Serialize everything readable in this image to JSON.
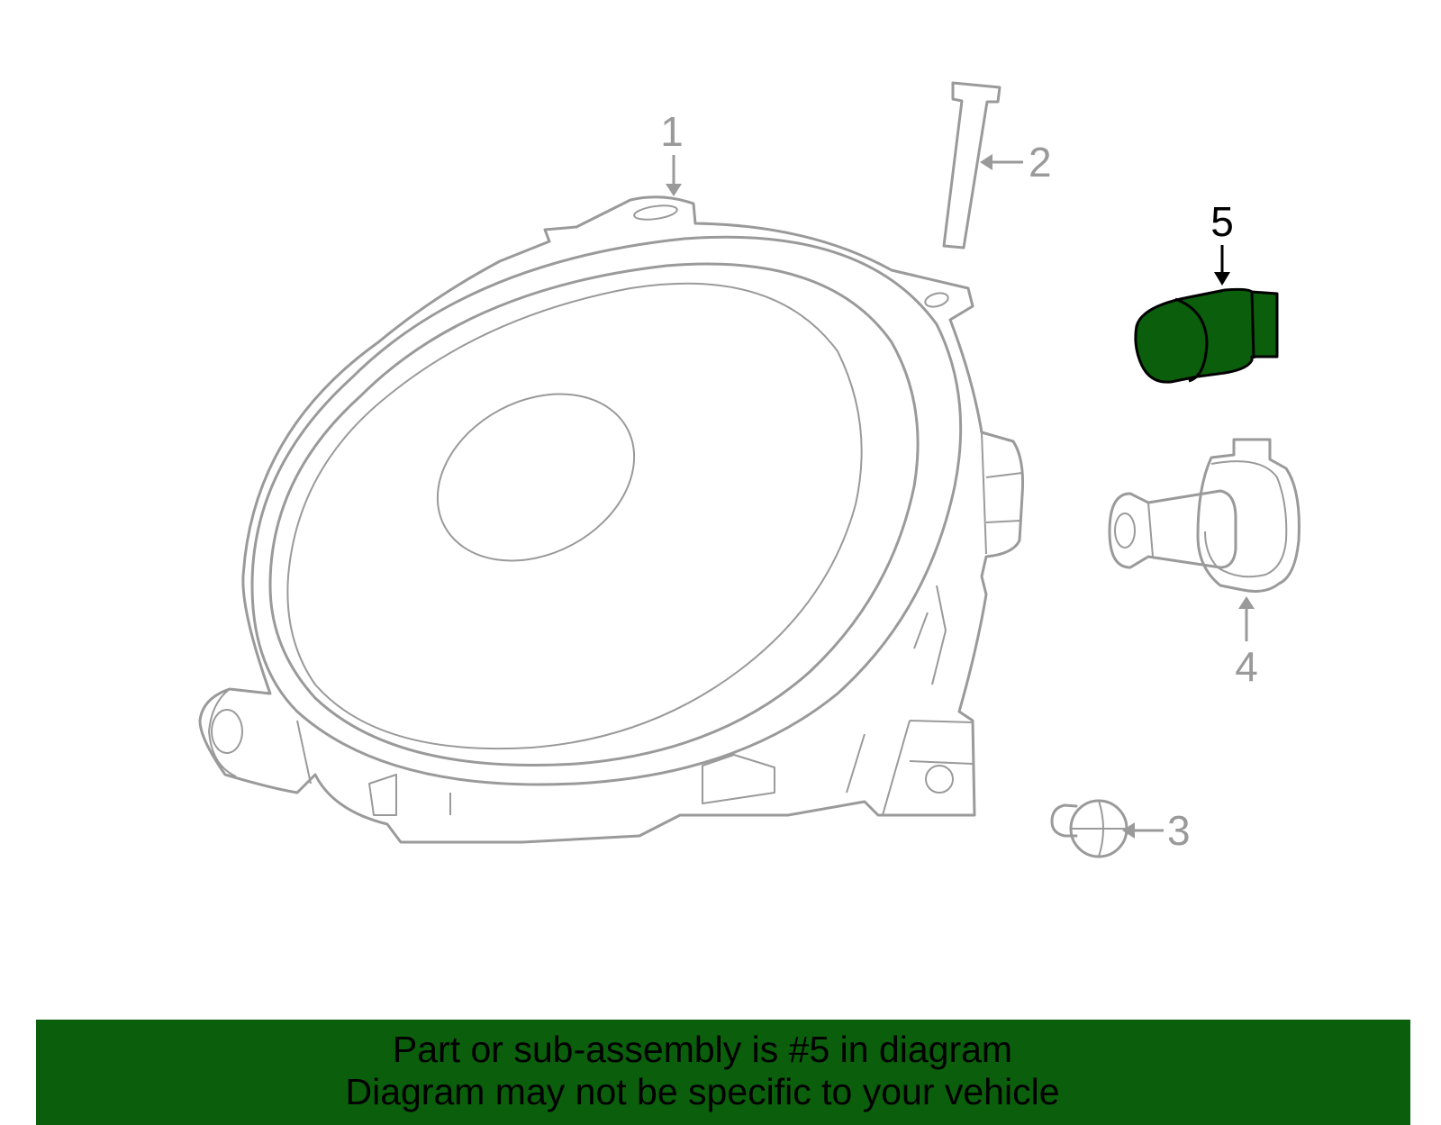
{
  "callouts": {
    "c1": "1",
    "c2": "2",
    "c3": "3",
    "c4": "4",
    "c5": "5"
  },
  "highlight_part": "5",
  "colors": {
    "banner_bg": "#0b5e0b",
    "part_line": "#9a9a9a",
    "highlight_fill": "#0b5e0b",
    "highlight_stroke": "#000000"
  },
  "banner": {
    "line1": "Part or sub-assembly is #5 in diagram",
    "line2": "Diagram may not be specific to your vehicle"
  }
}
